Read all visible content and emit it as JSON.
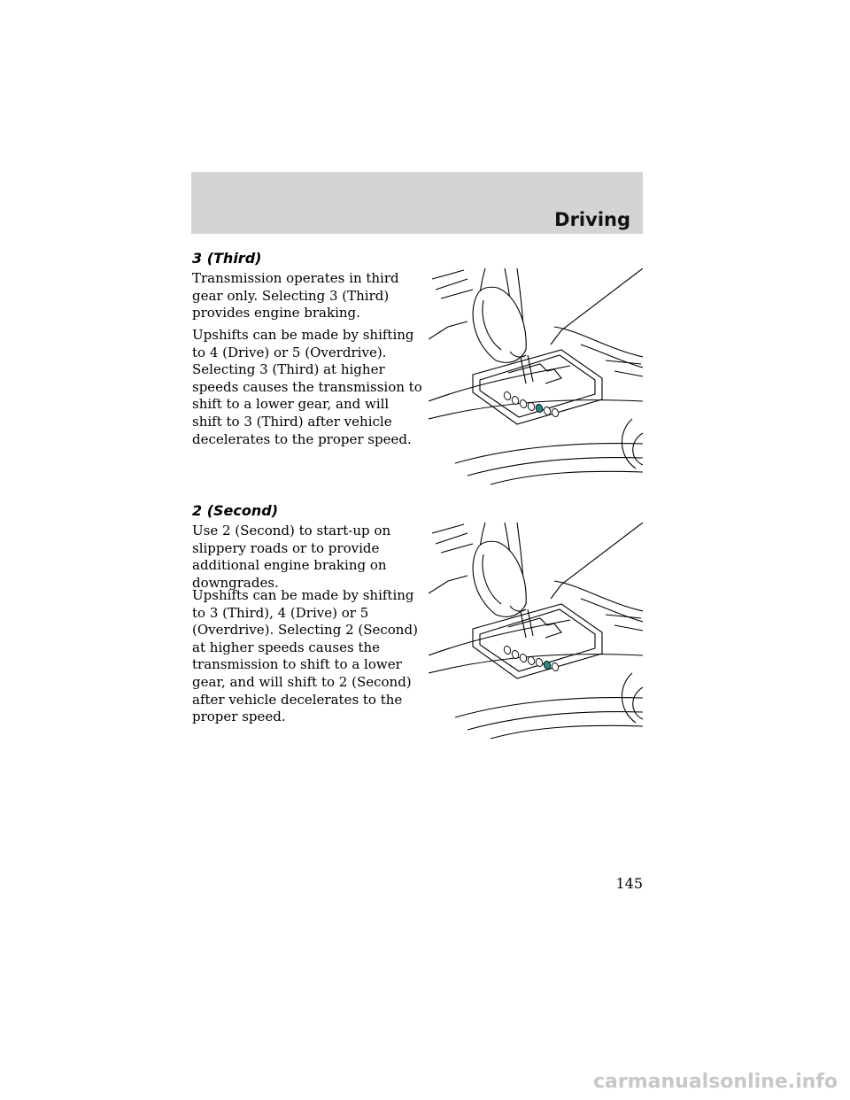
{
  "header": {
    "section_title": "Driving"
  },
  "sections": [
    {
      "heading": "3 (Third)",
      "paragraphs": [
        "Transmission operates in third gear only. Selecting 3 (Third) provides engine braking.",
        "Upshifts can be made by shifting to 4 (Drive) or 5 (Overdrive). Selecting 3 (Third) at higher speeds causes the transmission to shift to a lower gear, and will shift to 3 (Third) after vehicle decelerates to the proper speed."
      ],
      "illustration": {
        "highlighted_gear_index": 4,
        "highlight_color": "#1f8f86"
      }
    },
    {
      "heading": "2 (Second)",
      "paragraphs": [
        "Use 2 (Second) to start-up on slippery roads or to provide additional engine braking on downgrades.",
        "Upshifts can be made by shifting to 3 (Third), 4 (Drive) or 5 (Overdrive). Selecting 2 (Second) at higher speeds causes the transmission to shift to a lower gear, and will shift to 2 (Second) after vehicle decelerates to the proper speed."
      ],
      "illustration": {
        "highlighted_gear_index": 5,
        "highlight_color": "#1f8f86"
      }
    }
  ],
  "page_number": "145",
  "watermark": "carmanualsonline.info"
}
